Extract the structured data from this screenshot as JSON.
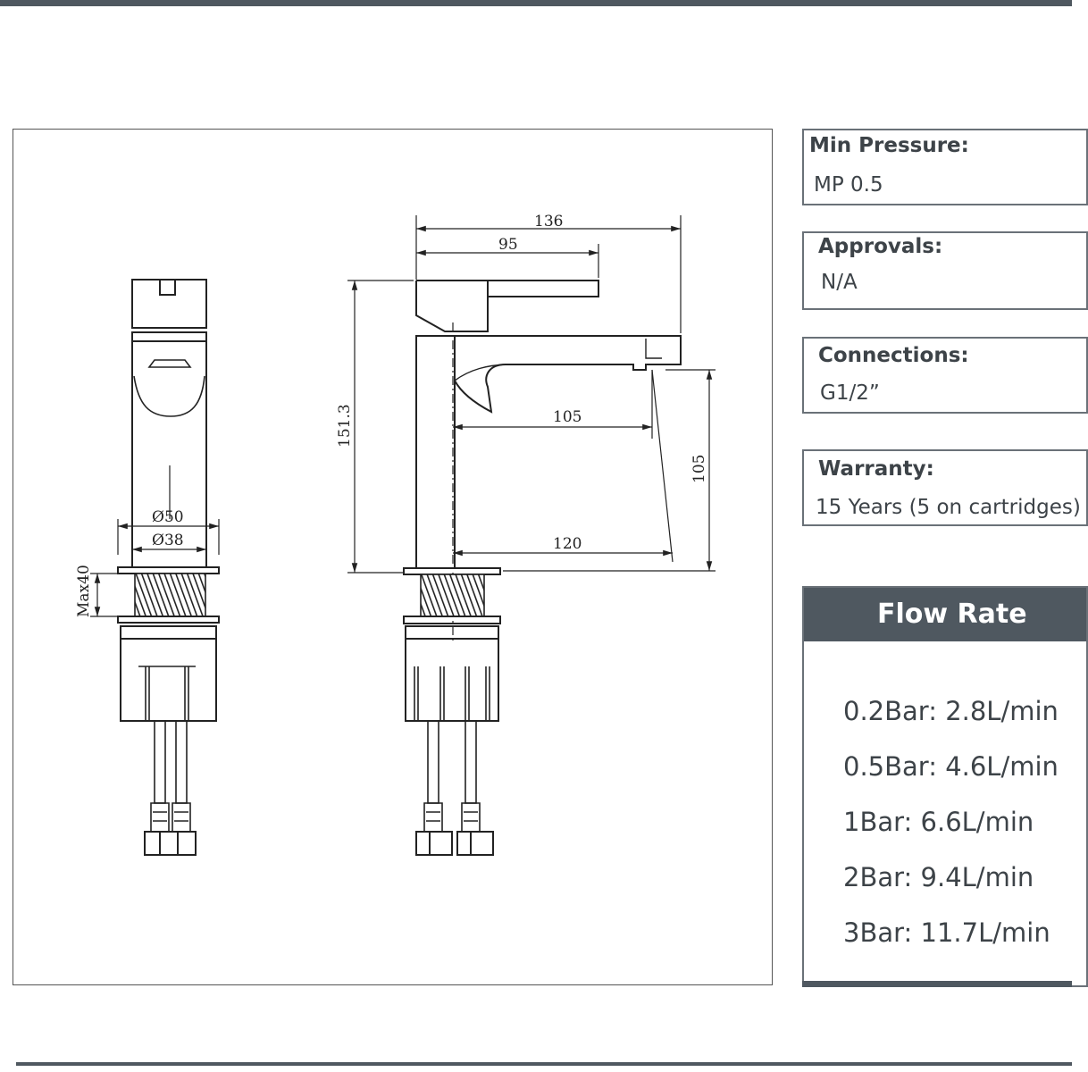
{
  "drawing": {
    "dimensions": {
      "overall_reach": "136",
      "handle_reach": "95",
      "height": "151.3",
      "spout_reach_top": "105",
      "spout_height": "105",
      "spout_reach_bottom": "120",
      "outer_diameter": "50",
      "inner_diameter": "38",
      "max_thickness": "Max40"
    }
  },
  "specs": [
    {
      "label": "Min Pressure:",
      "value": "MP 0.5"
    },
    {
      "label": "Approvals:",
      "value": "N/A"
    },
    {
      "label": "Connections:",
      "value": "G1/2”"
    },
    {
      "label": "Warranty:",
      "value": "15 Years (5 on cartridges)"
    }
  ],
  "flow_rate": {
    "title": "Flow Rate",
    "items": [
      "0.2Bar: 2.8L/min",
      "0.5Bar: 4.6L/min",
      "1Bar: 6.6L/min",
      "2Bar: 9.4L/min",
      "3Bar: 11.7L/min"
    ]
  },
  "colors": {
    "header": "#4f5860",
    "border": "#6a7178",
    "text": "#3d4348"
  }
}
